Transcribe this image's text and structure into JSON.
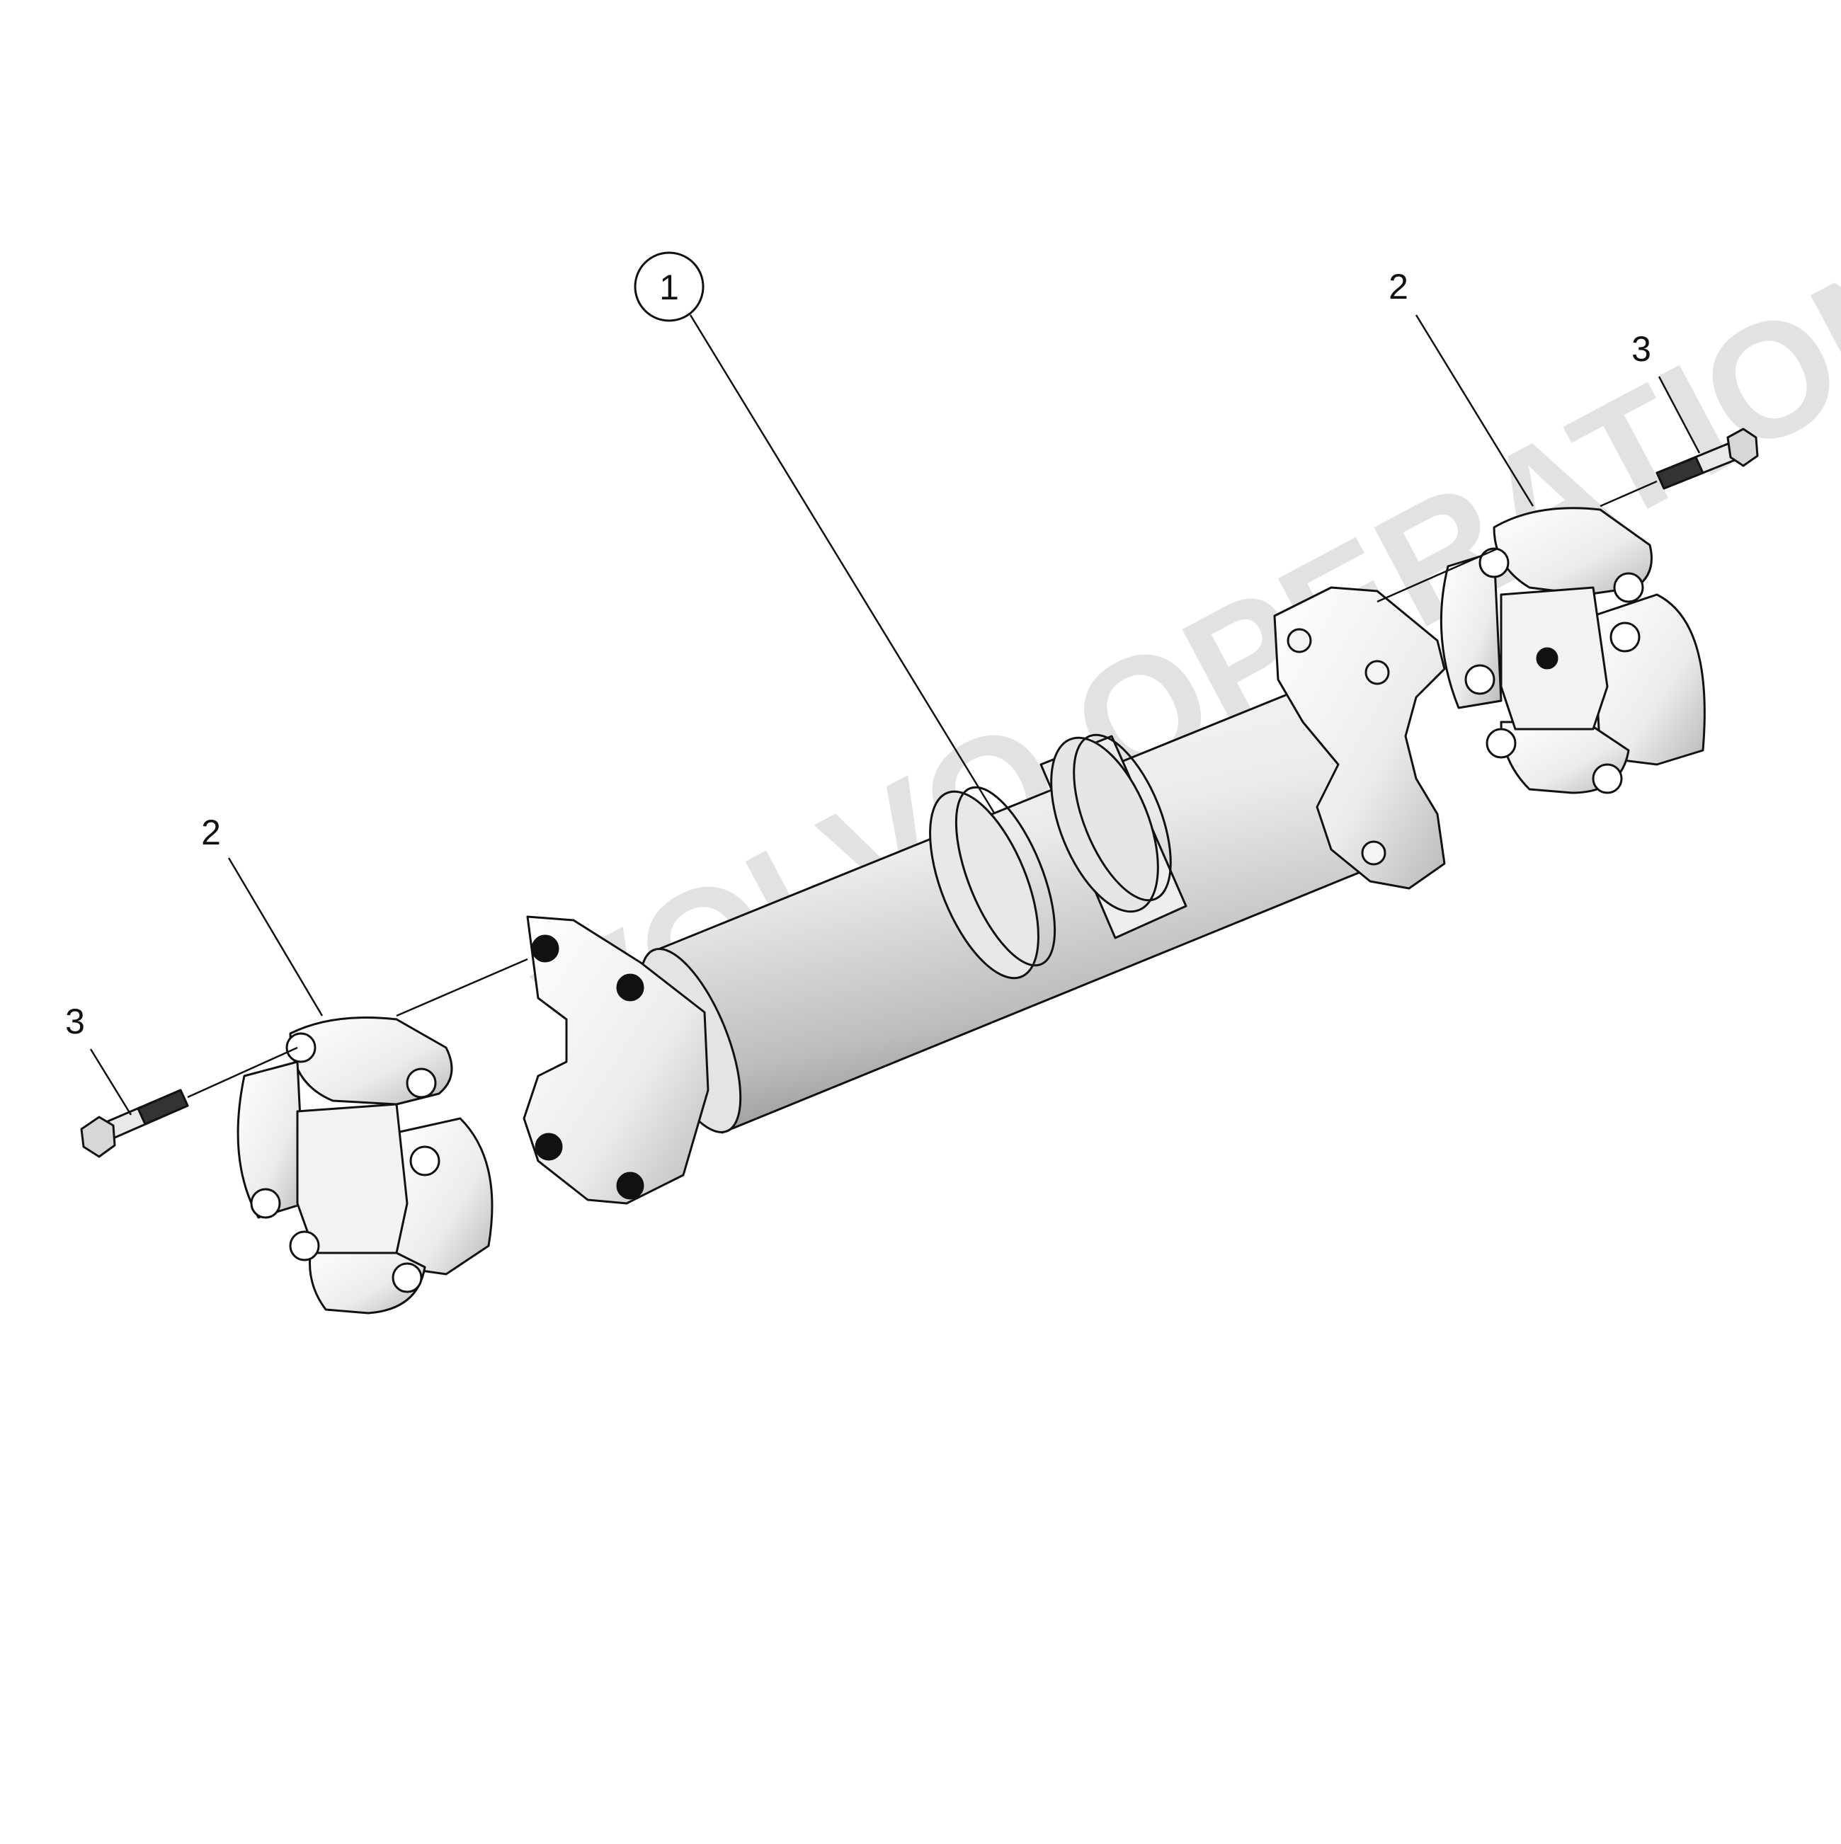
{
  "diagram": {
    "callouts": [
      {
        "id": "c1",
        "label": "1",
        "circled": true
      },
      {
        "id": "c2-right",
        "label": "2",
        "circled": false
      },
      {
        "id": "c3-right",
        "label": "3",
        "circled": false
      },
      {
        "id": "c2-left",
        "label": "2",
        "circled": false
      },
      {
        "id": "c3-left",
        "label": "3",
        "circled": false
      }
    ],
    "watermark": {
      "text": "VOLVO OPERATIONS",
      "color": "#cccccc"
    },
    "colors": {
      "line": "#111111",
      "part_light": "#f4f4f4",
      "part_mid": "#cfcfcf",
      "part_shadow": "#8a8a8a",
      "background": "#ffffff"
    }
  }
}
